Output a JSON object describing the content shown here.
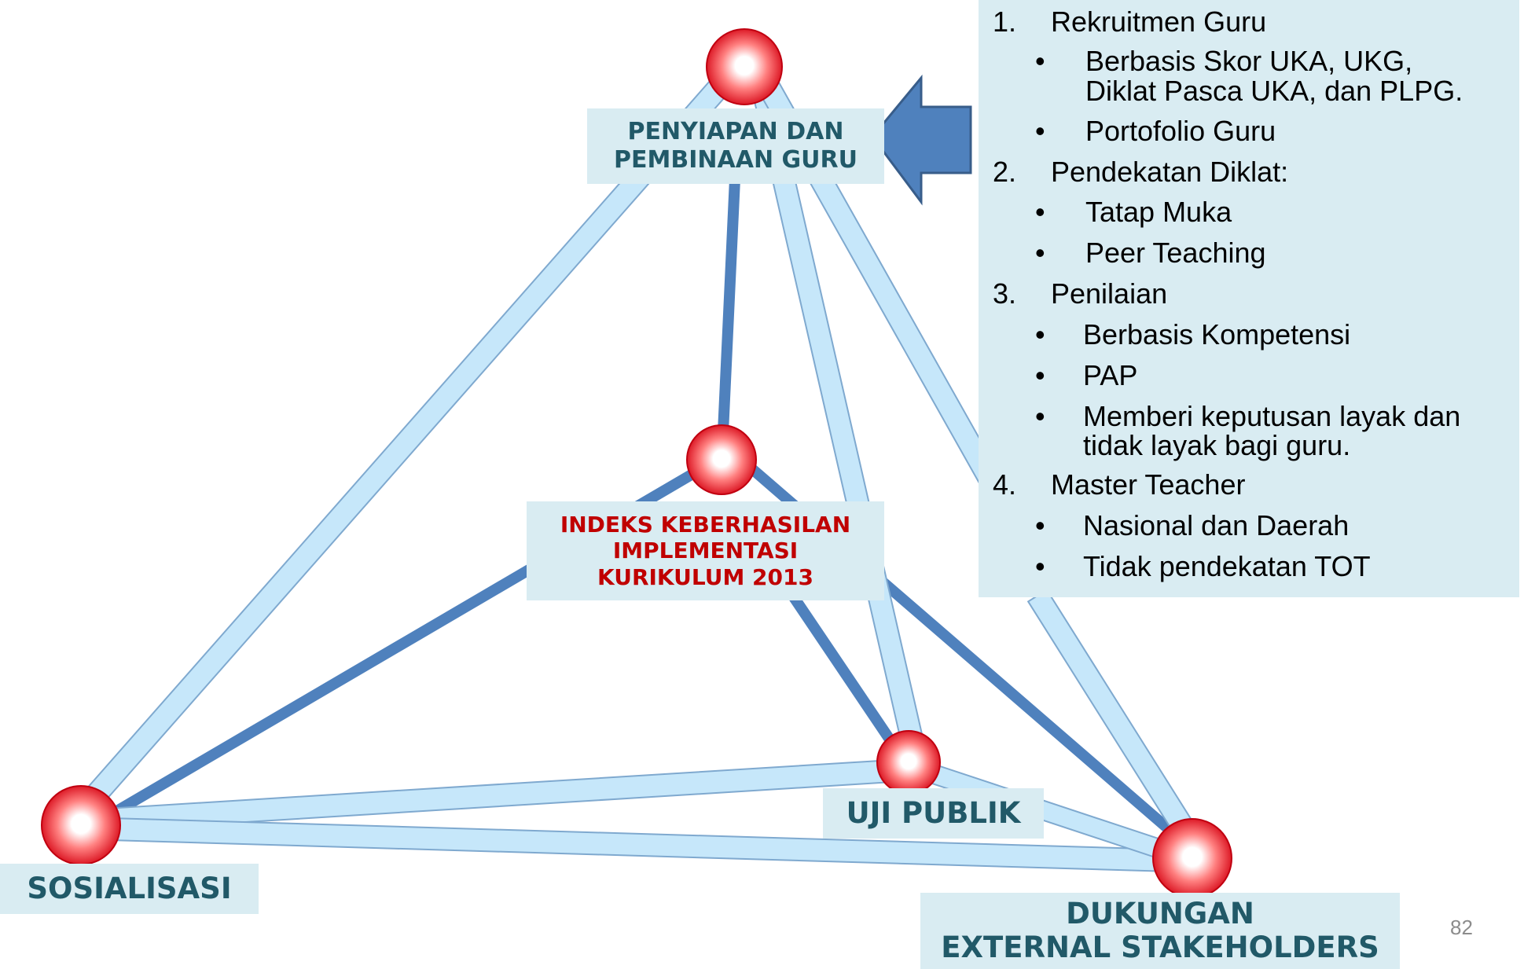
{
  "nodes": {
    "top": {
      "label_lines": [
        "PENYIAPAN DAN",
        "PEMBINAAN GURU"
      ]
    },
    "center": {
      "label_lines": [
        "INDEKS KEBERHASILAN",
        "IMPLEMENTASI",
        "KURIKULUM 2013"
      ]
    },
    "uji_publik": {
      "label": "UJI PUBLIK"
    },
    "sosialisasi": {
      "label": "SOSIALISASI"
    },
    "dukungan": {
      "label_lines": [
        "DUKUNGAN",
        "EXTERNAL STAKEHOLDERS"
      ]
    }
  },
  "info_list": [
    {
      "number": "1.",
      "title": "Rekruitmen Guru",
      "bullets": [
        [
          "Berbasis Skor UKA, UKG,",
          "Diklat Pasca UKA, dan PLPG."
        ],
        [
          "Portofolio Guru"
        ]
      ]
    },
    {
      "number": "2.",
      "title": "Pendekatan Diklat:",
      "bullets": [
        [
          "Tatap Muka"
        ],
        [
          "Peer Teaching"
        ]
      ]
    },
    {
      "number": "3.",
      "title": "Penilaian",
      "bullets": [
        [
          "Berbasis Kompetensi"
        ],
        [
          "PAP"
        ],
        [
          "Memberi keputusan layak dan",
          "tidak layak bagi guru."
        ]
      ]
    },
    {
      "number": "4.",
      "title": "Master Teacher",
      "bullets": [
        [
          "Nasional dan Daerah"
        ],
        [
          "Tidak pendekatan TOT"
        ]
      ]
    }
  ],
  "bullet_glyph": "•",
  "page_number": "82",
  "colors": {
    "light_edge_fill": "#c6e7fa",
    "light_edge_stroke": "#7fa9cf",
    "dark_edge": "#4f81bd",
    "arrow_fill": "#4f81bd",
    "arrow_stroke": "#385d8a",
    "label_bg": "#d9ecf2",
    "label_text": "#215968",
    "center_label_text": "#c00000",
    "node_red": "#e8202a"
  }
}
